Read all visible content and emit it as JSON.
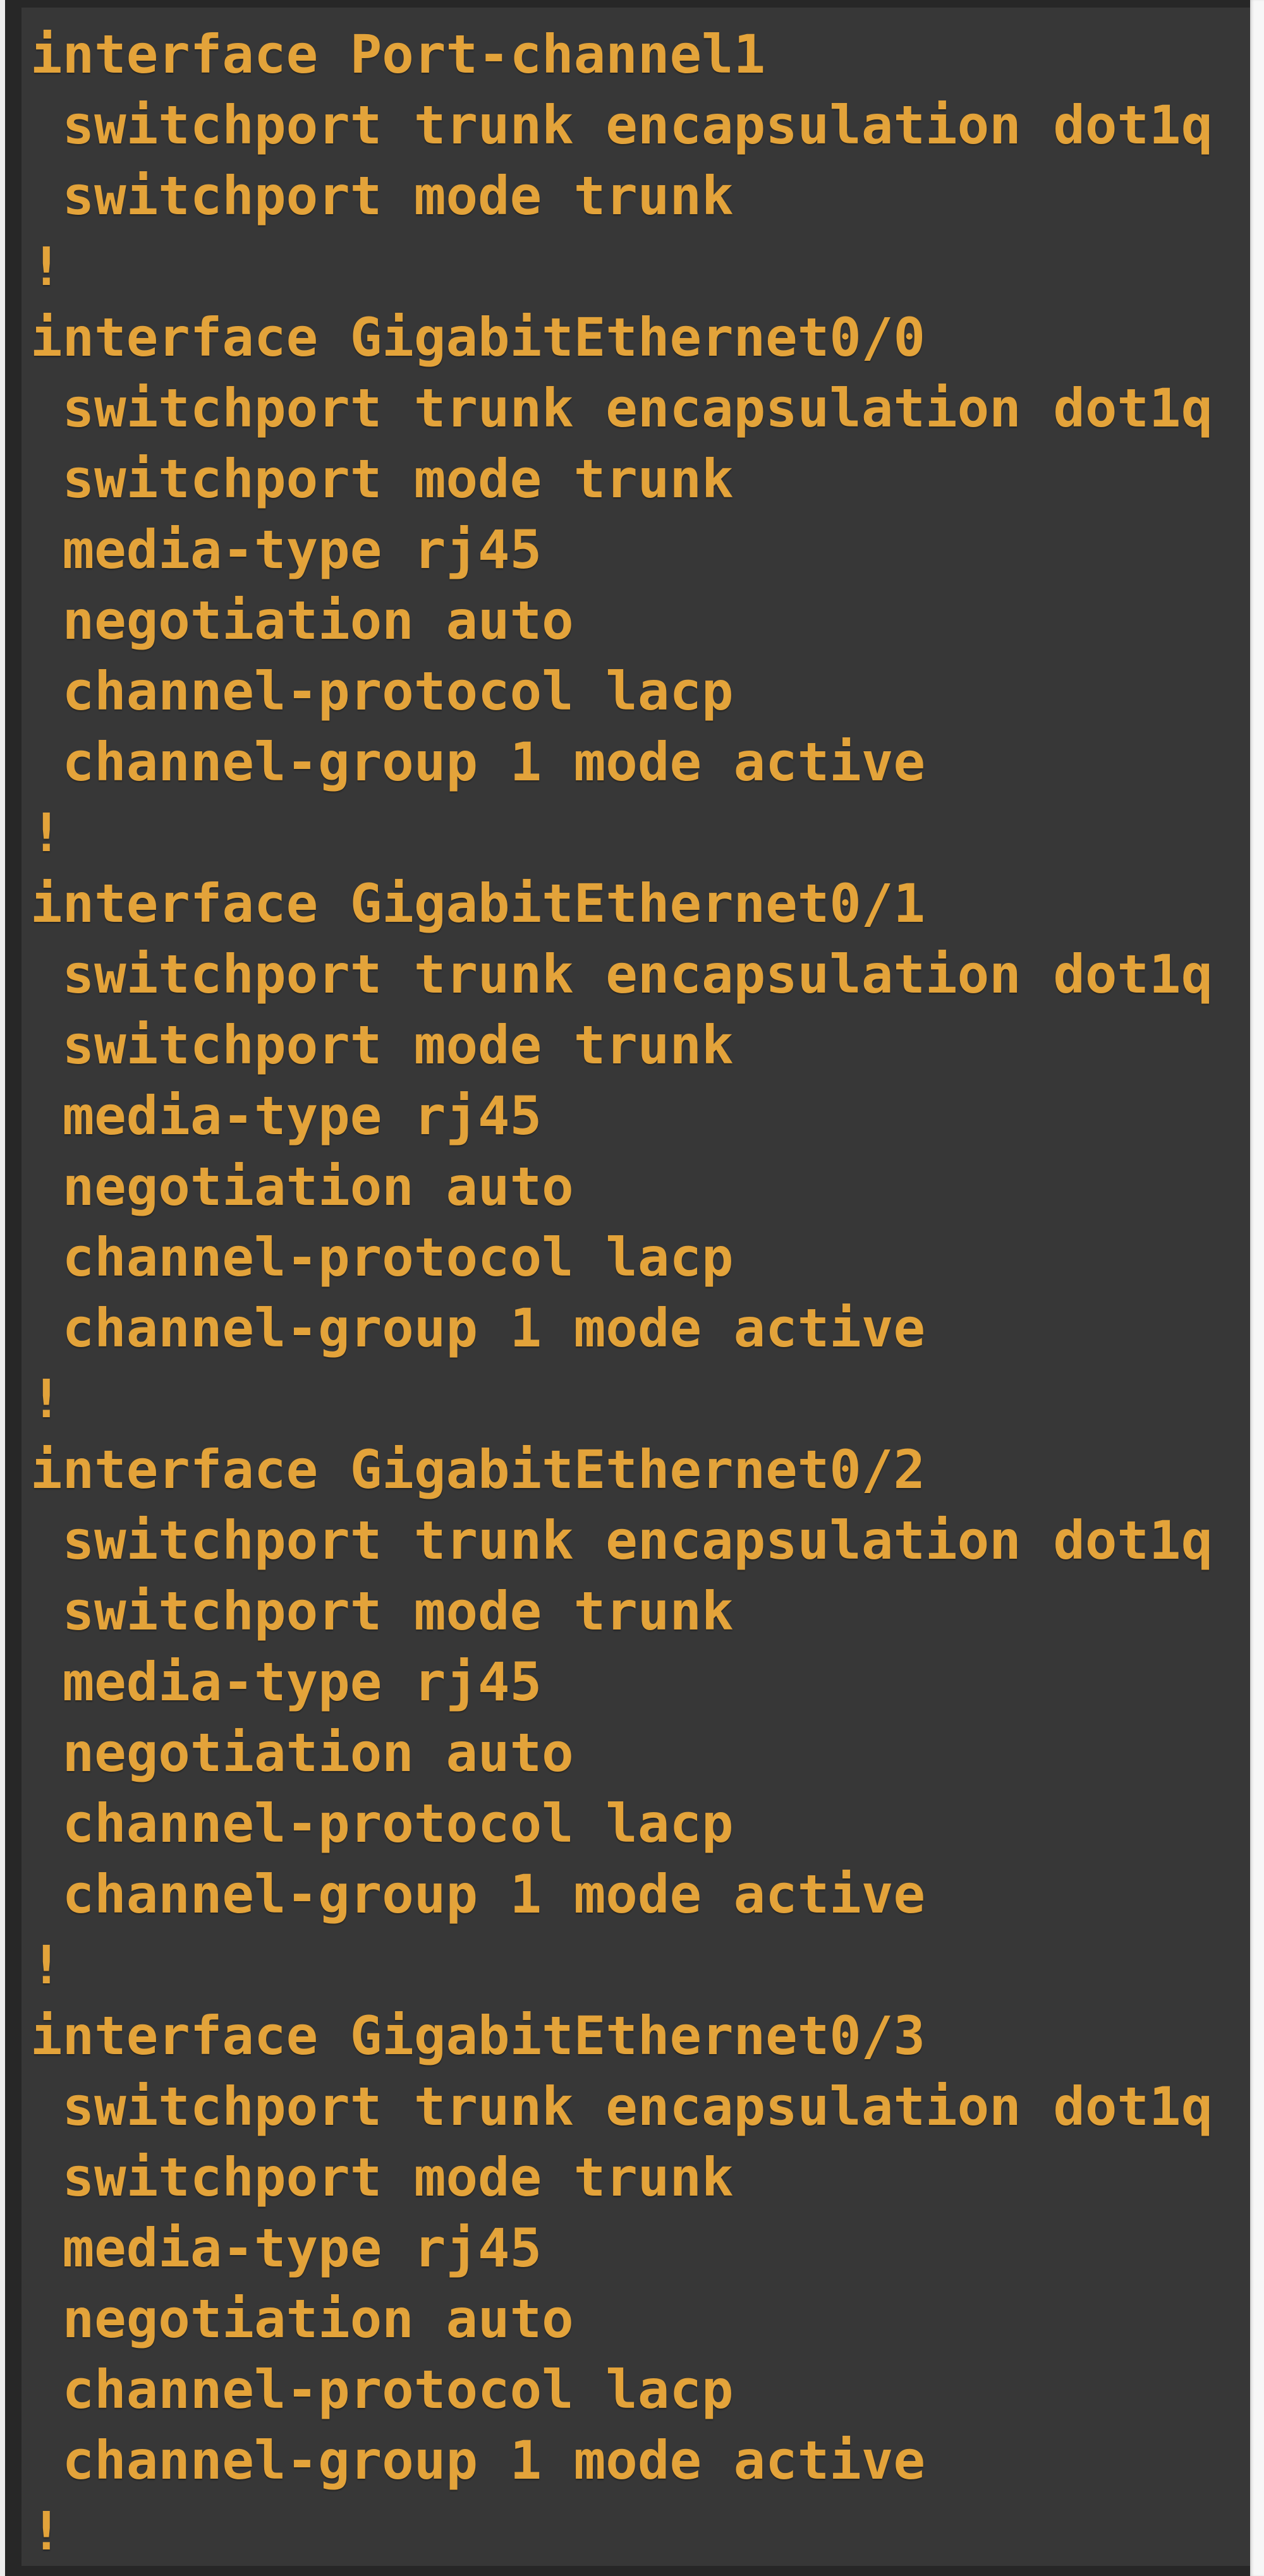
{
  "app": {
    "description": "Terminal console showing Cisco IOS interface configuration output"
  },
  "colors": {
    "terminal_bg": "#373737",
    "terminal_edge": "#272727",
    "text": "#E3A33A",
    "left_gutter": "#EDEDED",
    "right_gutter": "#F7F7F7"
  },
  "terminal": {
    "lines": [
      "interface Port-channel1",
      " switchport trunk encapsulation dot1q",
      " switchport mode trunk",
      "!",
      "interface GigabitEthernet0/0",
      " switchport trunk encapsulation dot1q",
      " switchport mode trunk",
      " media-type rj45",
      " negotiation auto",
      " channel-protocol lacp",
      " channel-group 1 mode active",
      "!",
      "interface GigabitEthernet0/1",
      " switchport trunk encapsulation dot1q",
      " switchport mode trunk",
      " media-type rj45",
      " negotiation auto",
      " channel-protocol lacp",
      " channel-group 1 mode active",
      "!",
      "interface GigabitEthernet0/2",
      " switchport trunk encapsulation dot1q",
      " switchport mode trunk",
      " media-type rj45",
      " negotiation auto",
      " channel-protocol lacp",
      " channel-group 1 mode active",
      "!",
      "interface GigabitEthernet0/3",
      " switchport trunk encapsulation dot1q",
      " switchport mode trunk",
      " media-type rj45",
      " negotiation auto",
      " channel-protocol lacp",
      " channel-group 1 mode active",
      "!"
    ]
  }
}
